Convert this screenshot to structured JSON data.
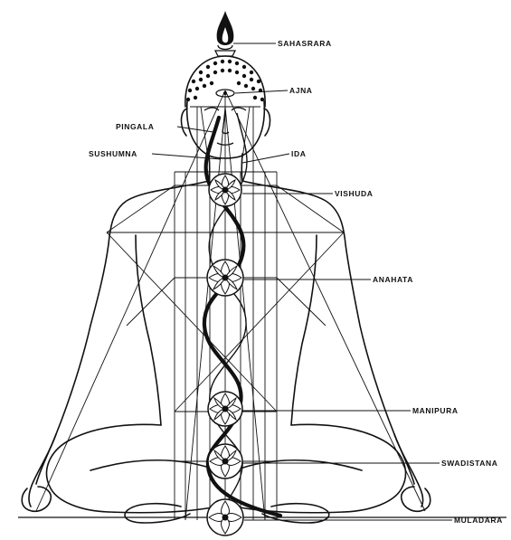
{
  "labels": {
    "sahasrara": "SAHASRARA",
    "ajna": "AJNA",
    "pingala": "PINGALA",
    "sushumna": "SUSHUMNA",
    "ida": "IDA",
    "vishuda": "VISHUDA",
    "anahata": "ANAHATA",
    "manipura": "MANIPURA",
    "swadistana": "SWADISTANA",
    "muladara": "MULADARA"
  },
  "colors": {
    "ink": "#111111",
    "paper": "#ffffff"
  }
}
